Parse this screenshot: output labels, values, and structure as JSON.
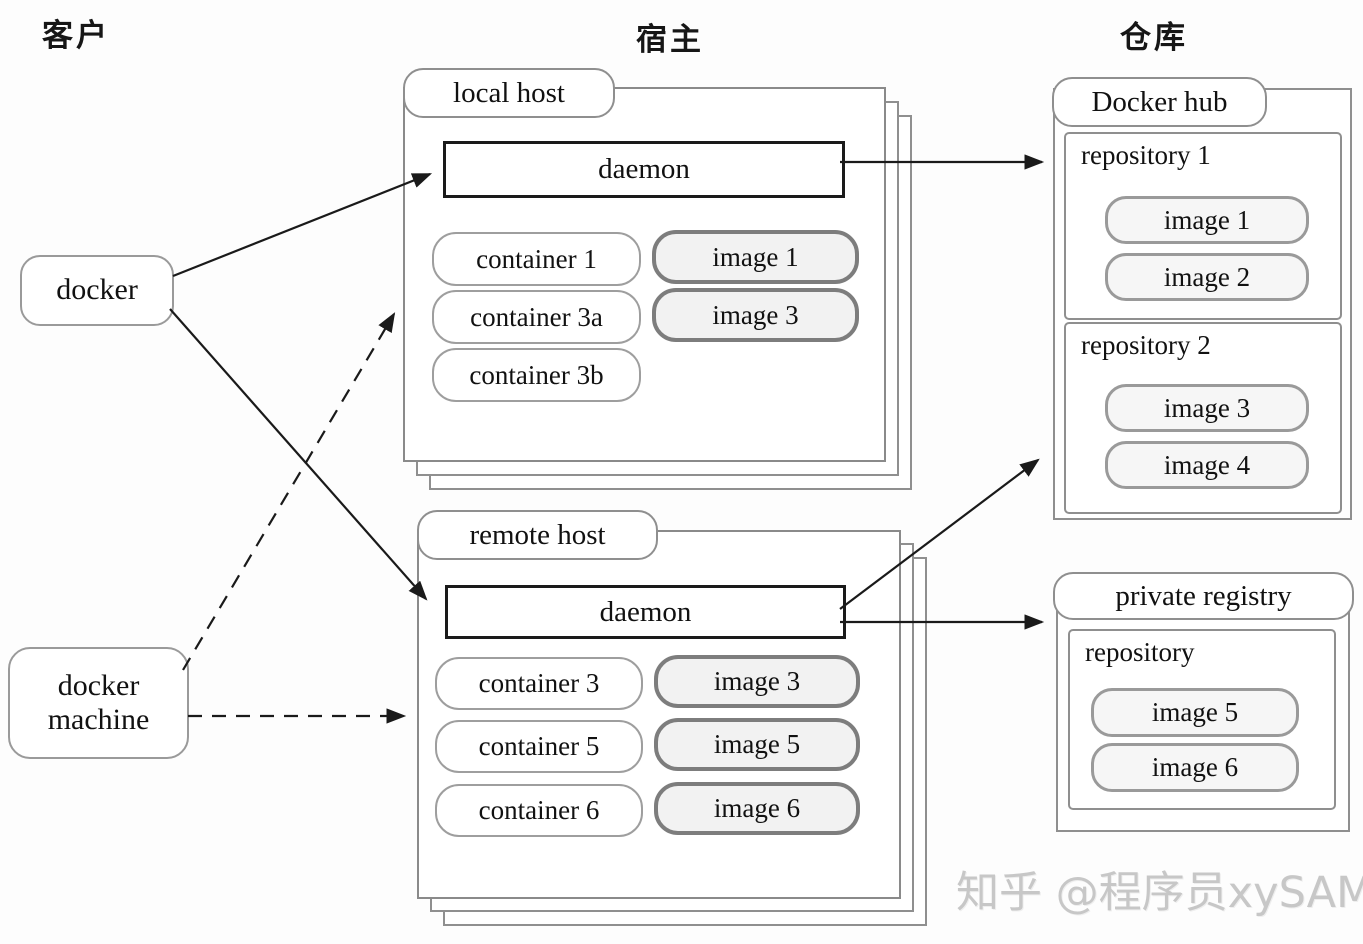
{
  "columns": [
    {
      "label": "客户"
    },
    {
      "label": "宿主"
    },
    {
      "label": "仓库"
    }
  ],
  "client": {
    "docker_label": "docker",
    "docker_machine_label": "docker machine"
  },
  "local_host": {
    "tab": "local host",
    "daemon": "daemon",
    "containers": [
      "container 1",
      "container 3a",
      "container 3b"
    ],
    "images": [
      "image 1",
      "image 3"
    ]
  },
  "remote_host": {
    "tab": "remote host",
    "daemon": "daemon",
    "containers": [
      "container 3",
      "container 5",
      "container 6"
    ],
    "images": [
      "image 3",
      "image 5",
      "image 6"
    ]
  },
  "docker_hub": {
    "tab": "Docker hub",
    "repositories": [
      {
        "label": "repository 1",
        "images": [
          "image 1",
          "image 2"
        ]
      },
      {
        "label": "repository 2",
        "images": [
          "image 3",
          "image 4"
        ]
      }
    ]
  },
  "private_registry": {
    "tab": "private registry",
    "repository": {
      "label": "repository",
      "images": [
        "image 5",
        "image 6"
      ]
    }
  },
  "watermark": "知乎 @程序员xySAM",
  "colors": {
    "box_border_gray": "#8a8a8a",
    "pill_border_gray": "#9e9e9e",
    "image_pill_fill": "#f2f2f2",
    "daemon_border": "#1a1a1a",
    "arrow": "#1a1a1a",
    "watermark_gray": "#c7c7c7"
  }
}
